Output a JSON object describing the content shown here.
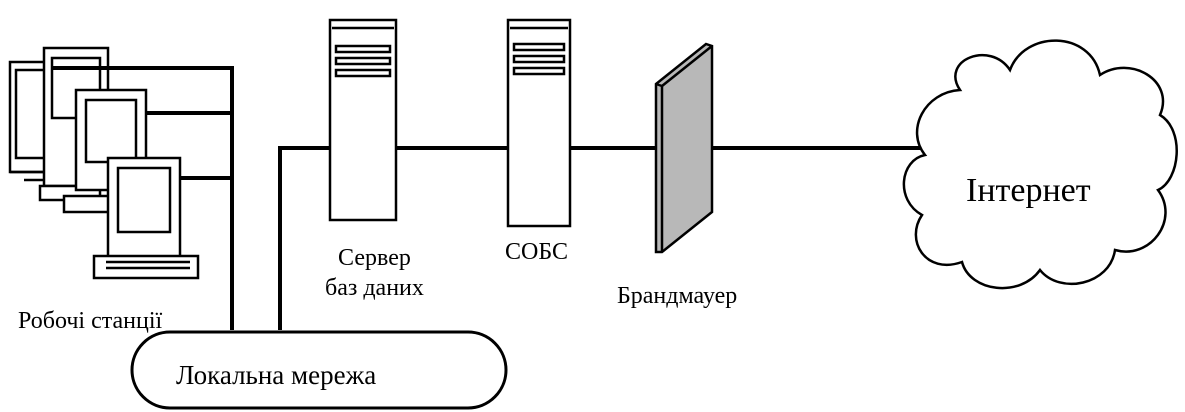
{
  "labels": {
    "workstations": "Робочі станції",
    "db_server_line1": "Сервер",
    "db_server_line2": "баз даних",
    "sobs": "СОБС",
    "firewall": "Брандмауер",
    "internet": "Інтернет",
    "lan": "Локальна мережа"
  },
  "colors": {
    "line": "#000000",
    "background": "#ffffff",
    "firewall_fill": "#b8b8b8"
  },
  "icons": [
    "workstation-icon",
    "server-icon",
    "firewall-icon",
    "cloud-icon"
  ]
}
